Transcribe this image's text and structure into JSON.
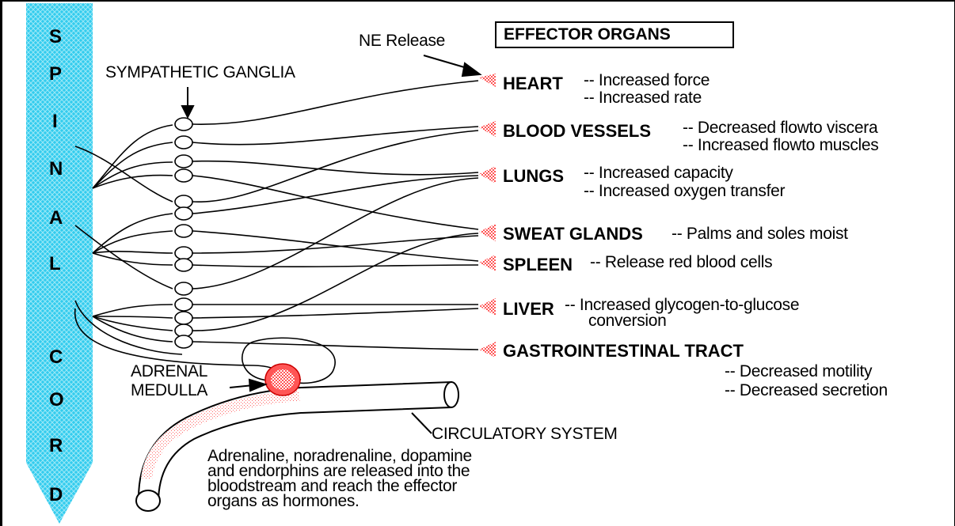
{
  "spinal_cord": {
    "letters": [
      "S",
      "P",
      "I",
      "N",
      "A",
      "L",
      "C",
      "O",
      "R",
      "D"
    ],
    "color": "#33ccee"
  },
  "labels": {
    "effector_organs": "EFFECTOR ORGANS",
    "ne_release": "NE Release",
    "sympathetic_ganglia": "SYMPATHETIC GANGLIA",
    "adrenal_line1": "ADRENAL",
    "adrenal_line2": "MEDULLA",
    "circulatory_system": "CIRCULATORY SYSTEM",
    "hormones_text": [
      "Adrenaline, noradrenaline, dopamine",
      "and endorphins are released into the",
      "bloodstream and reach the effector",
      "organs as hormones."
    ]
  },
  "organs": [
    {
      "name": "HEART",
      "effects": [
        "-- Increased force",
        "-- Increased rate"
      ]
    },
    {
      "name": "BLOOD VESSELS",
      "effects": [
        "-- Decreased flowto viscera",
        "-- Increased flowto muscles"
      ]
    },
    {
      "name": "LUNGS",
      "effects": [
        "-- Increased capacity",
        "-- Increased oxygen transfer"
      ]
    },
    {
      "name": "SWEAT GLANDS",
      "effects": [
        "-- Palms and soles moist"
      ]
    },
    {
      "name": "SPLEEN",
      "effects": [
        "-- Release red blood cells"
      ]
    },
    {
      "name": "LIVER",
      "effects": [
        "-- Increased glycogen-to-glucose",
        "conversion"
      ]
    },
    {
      "name": "GASTROINTESTINAL TRACT",
      "effects": [
        "-- Decreased motility",
        "-- Decreased secretion"
      ]
    }
  ],
  "colors": {
    "spinal_cord": "#33ccee",
    "receptor": "#ff6666",
    "adrenal": "#ff4444"
  }
}
